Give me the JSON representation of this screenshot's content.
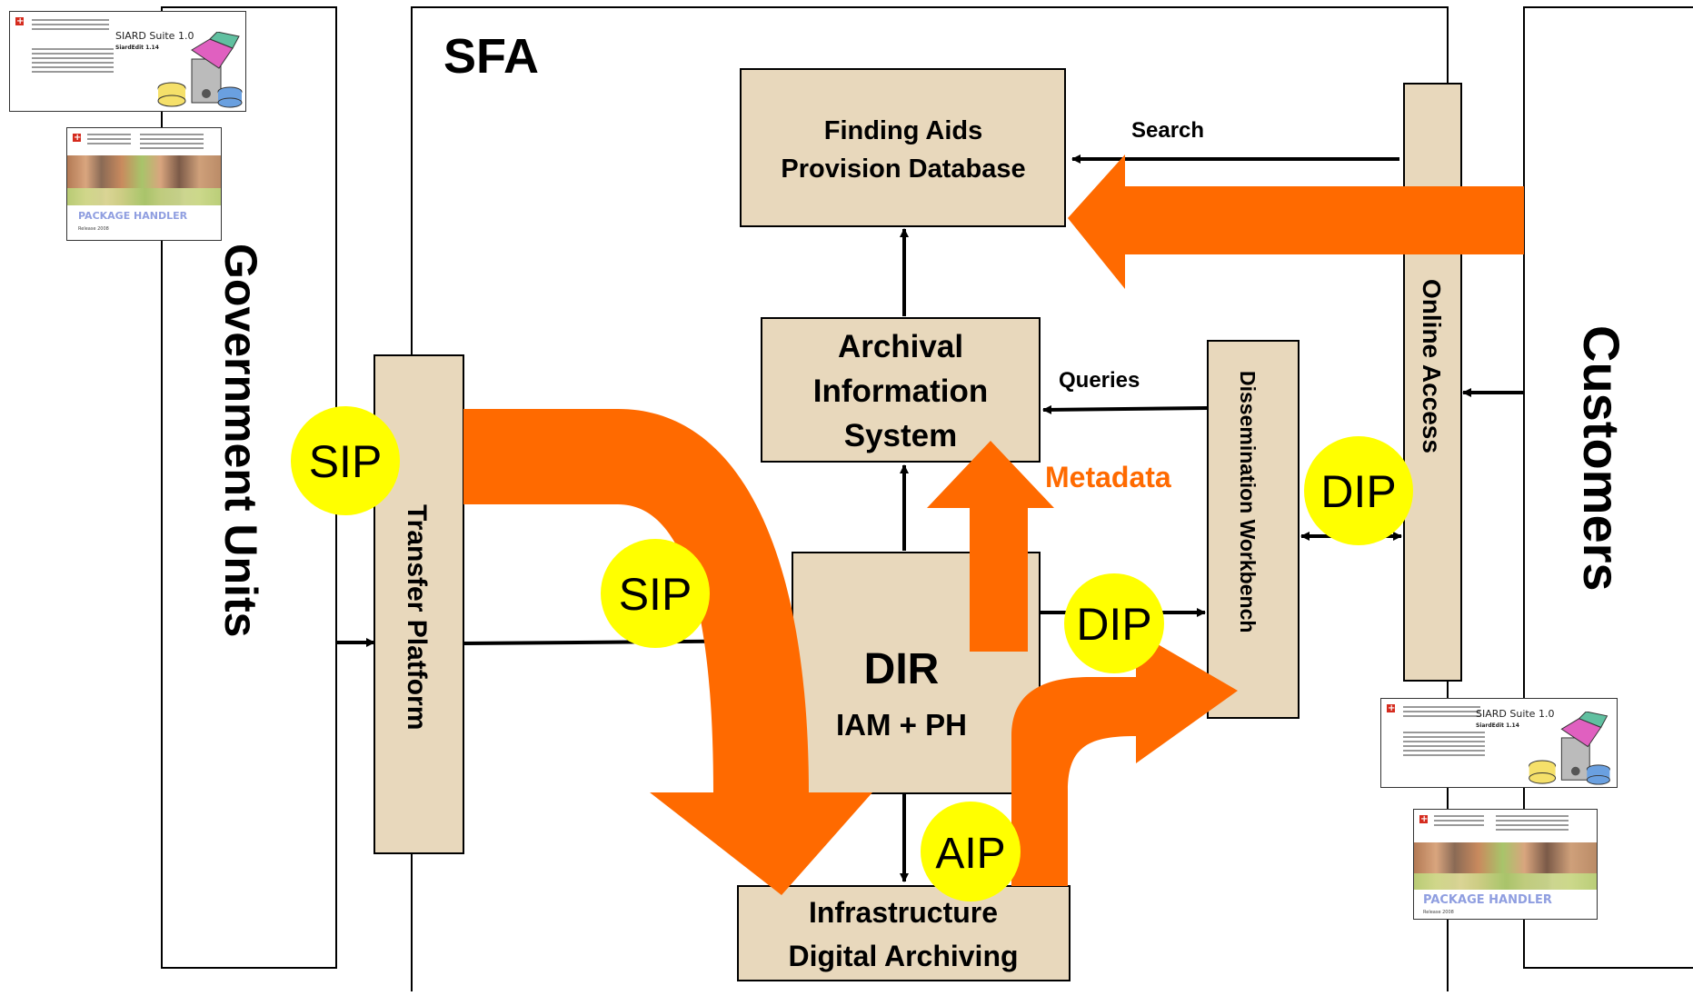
{
  "sections": {
    "sfa": "SFA",
    "government_units": "Government Units",
    "customers": "Customers"
  },
  "boxes": {
    "finding_aids": [
      "Finding Aids",
      "Provision Database"
    ],
    "archival_info": [
      "Archival",
      "Information",
      "System"
    ],
    "transfer_platform": "Transfer Platform",
    "dissemination_workbench": "Dissemination Workbench",
    "online_access": "Online Access",
    "dir": "DIR",
    "dir_sub": "IAM + PH",
    "infrastructure": [
      "Infrastructure",
      "Digital Archiving"
    ]
  },
  "labels": {
    "search": "Search",
    "queries": "Queries",
    "metadata": "Metadata"
  },
  "packages": {
    "sip_outer": "SIP",
    "sip_inner": "SIP",
    "dip_mid": "DIP",
    "dip_right": "DIP",
    "aip": "AIP"
  },
  "thumbnails": {
    "siard_title": "SIARD Suite 1.0",
    "siard_sub": "SiardEdit 1.14",
    "package_handler": "PACKAGE HANDLER",
    "package_release": "Release 2008"
  },
  "colors": {
    "box_fill": "#e8d8bc",
    "flow_arrow": "#ff6a00",
    "badge": "#ffff00",
    "metadata_text": "#ff6a00"
  }
}
